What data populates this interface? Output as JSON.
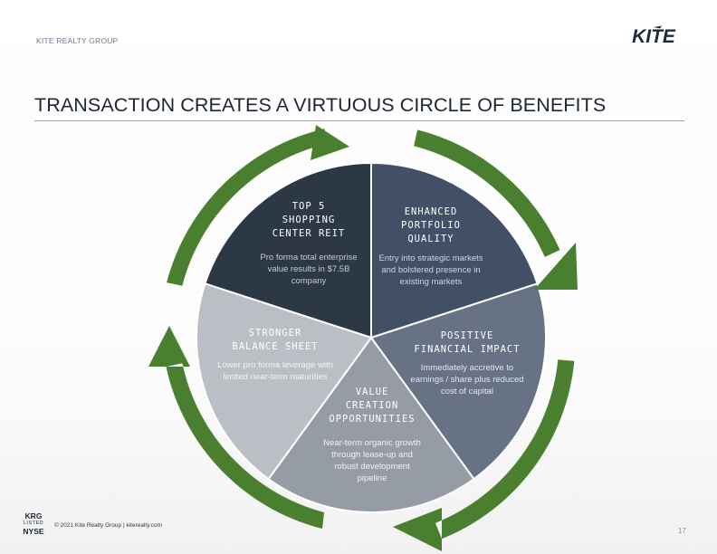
{
  "header": {
    "company": "KITE REALTY GROUP",
    "logo_text": "KITE",
    "title": "TRANSACTION CREATES A VIRTUOUS CIRCLE OF BENEFITS"
  },
  "colors": {
    "arrow_green": "#4a7f2f",
    "segment_dark": "#2c3846",
    "segment_blue": "#415066",
    "segment_slate": "#677385",
    "segment_gray": "#969ca5",
    "segment_light": "#babfc5"
  },
  "segments": [
    {
      "heading": [
        "TOP 5",
        "SHOPPING",
        "CENTER REIT"
      ],
      "body": [
        "Pro forma total enterprise",
        "value results in $7.5B",
        "company"
      ]
    },
    {
      "heading": [
        "ENHANCED",
        "PORTFOLIO",
        "QUALITY"
      ],
      "body": [
        "Entry into strategic markets",
        "and bolstered presence in",
        "existing markets"
      ]
    },
    {
      "heading": [
        "POSITIVE",
        "FINANCIAL IMPACT"
      ],
      "body": [
        "Immediately accretive to",
        "earnings / share plus reduced",
        "cost of capital"
      ]
    },
    {
      "heading": [
        "VALUE",
        "CREATION",
        "OPPORTUNITIES"
      ],
      "body": [
        "Near-term organic growth",
        "through lease-up and",
        "robust development",
        "pipeline"
      ]
    },
    {
      "heading": [
        "STRONGER",
        "BALANCE SHEET"
      ],
      "body": [
        "Lower pro forma leverage with",
        "limited near-term maturities"
      ]
    }
  ],
  "footer": {
    "badge_line1": "KRG",
    "badge_line2": "LISTED",
    "badge_line3": "NYSE",
    "copyright": "© 2021 Kite Realty Group | kiterealty.com",
    "page_number": "17"
  }
}
